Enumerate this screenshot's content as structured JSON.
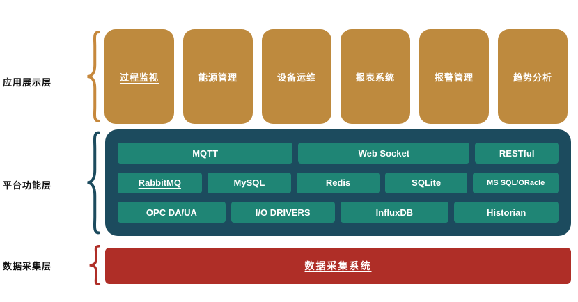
{
  "app_layer": {
    "label": "应用展示层",
    "items": [
      "过程监视",
      "能源管理",
      "设备运维",
      "报表系统",
      "报警管理",
      "趋势分析"
    ]
  },
  "platform_layer": {
    "label": "平台功能层",
    "rows": [
      [
        "MQTT",
        "Web Socket",
        "RESTful"
      ],
      [
        "RabbitMQ",
        "MySQL",
        "Redis",
        "SQLite",
        "MS SQL/ORacle"
      ],
      [
        "OPC DA/UA",
        "I/O DRIVERS",
        "InfluxDB",
        "Historian"
      ]
    ]
  },
  "data_layer": {
    "label": "数据采集层",
    "item": "数据采集系统"
  },
  "colors": {
    "app_box": "#BE8A3E",
    "app_brace": "#C6883C",
    "platform_bg": "#1C4B5E",
    "platform_chip": "#1F8575",
    "data_box": "#AF2E27",
    "box_text": "#FFFFFF",
    "label_text": "#111111"
  }
}
